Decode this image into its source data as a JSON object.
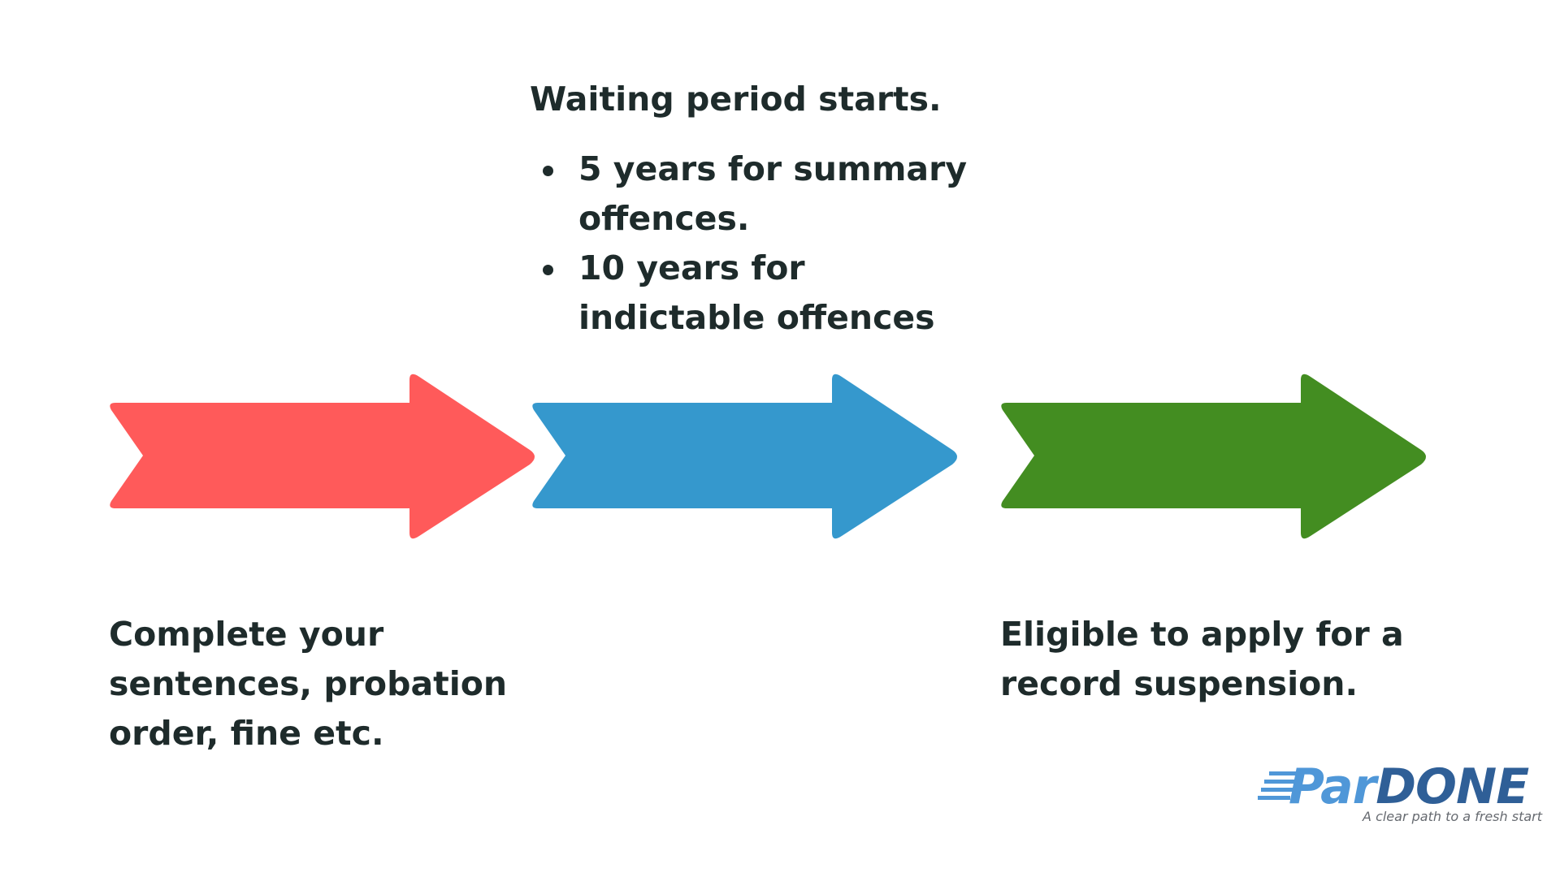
{
  "step2": {
    "heading": "Waiting period starts.",
    "bullets": [
      "5 years for summary offences.",
      "10 years for indictable offences"
    ]
  },
  "step1": {
    "text": "Complete your sentences,  probation order, fine etc."
  },
  "step3": {
    "text": "Eligible to apply for a record suspension."
  },
  "arrows": [
    {
      "color": "#ff5a5a"
    },
    {
      "color": "#3598cd"
    },
    {
      "color": "#438d21"
    }
  ],
  "logo": {
    "part1": "Par",
    "part2": "DONE",
    "tagline": "A clear path to a fresh start",
    "color_light": "#4f97d8",
    "color_dark": "#2f5f97"
  }
}
